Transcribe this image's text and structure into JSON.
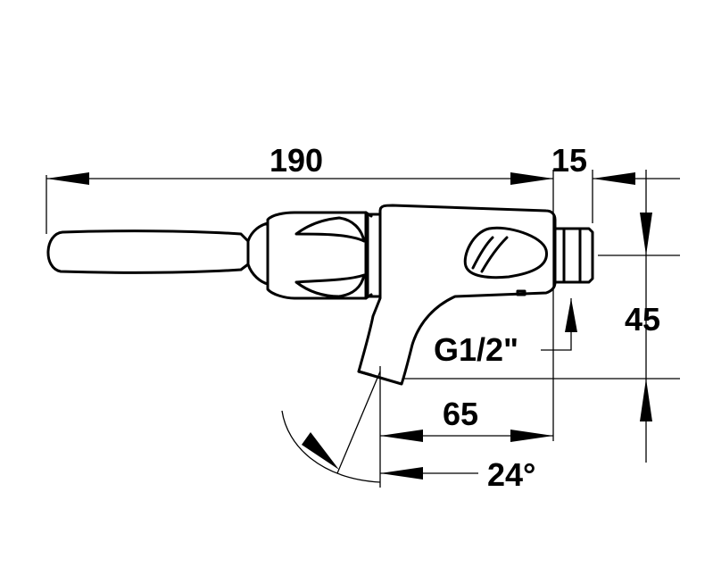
{
  "drawing": {
    "dimensions": {
      "overall_length": "190",
      "thread_length": "15",
      "height": "45",
      "spout_offset": "65",
      "thread_size": "G1/2\"",
      "angle": "24°"
    },
    "colors": {
      "line": "#000000",
      "background": "#ffffff"
    }
  }
}
